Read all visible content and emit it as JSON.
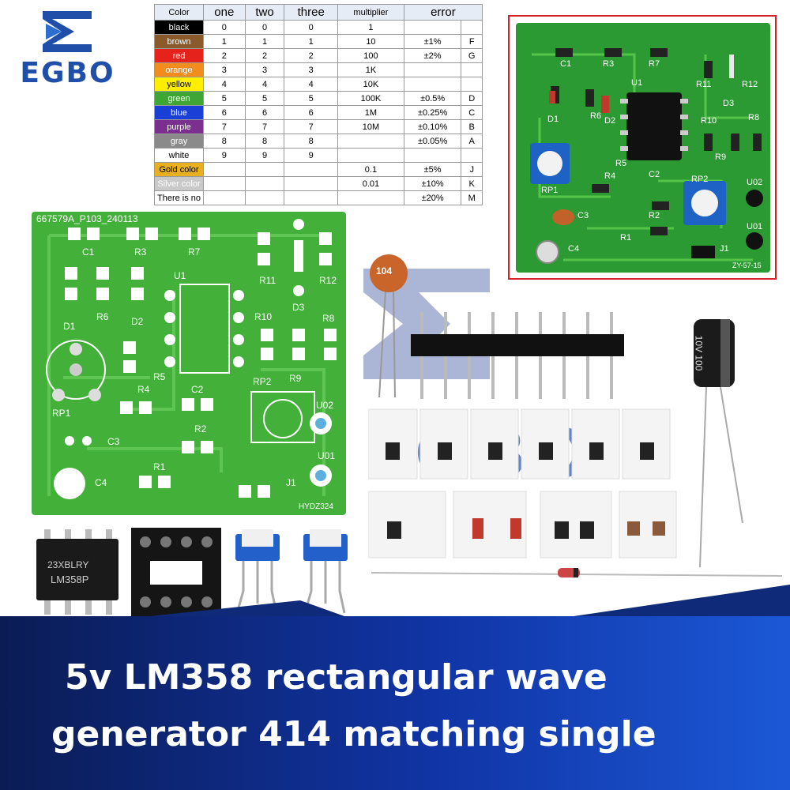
{
  "logo": {
    "brand": "EGBO"
  },
  "color_table": {
    "headers": [
      "Color",
      "one",
      "two",
      "three",
      "multiplier",
      "error"
    ],
    "rows": [
      {
        "color": "black",
        "bg": "#000000",
        "fg": "#ffffff",
        "one": "0",
        "two": "0",
        "three": "0",
        "mult": "1",
        "err": "",
        "code": ""
      },
      {
        "color": "brown",
        "bg": "#8b5a2b",
        "fg": "#ffffff",
        "one": "1",
        "two": "1",
        "three": "1",
        "mult": "10",
        "err": "±1%",
        "code": "F"
      },
      {
        "color": "red",
        "bg": "#e5221b",
        "fg": "#ffffff",
        "one": "2",
        "two": "2",
        "three": "2",
        "mult": "100",
        "err": "±2%",
        "code": "G"
      },
      {
        "color": "orange",
        "bg": "#f28c1e",
        "fg": "#ffffff",
        "one": "3",
        "two": "3",
        "three": "3",
        "mult": "1K",
        "err": "",
        "code": ""
      },
      {
        "color": "yellow",
        "bg": "#ffee00",
        "fg": "#000000",
        "one": "4",
        "two": "4",
        "three": "4",
        "mult": "10K",
        "err": "",
        "code": ""
      },
      {
        "color": "green",
        "bg": "#3fa535",
        "fg": "#ffffff",
        "one": "5",
        "two": "5",
        "three": "5",
        "mult": "100K",
        "err": "±0.5%",
        "code": "D"
      },
      {
        "color": "blue",
        "bg": "#1a3fd6",
        "fg": "#ffffff",
        "one": "6",
        "two": "6",
        "three": "6",
        "mult": "1M",
        "err": "±0.25%",
        "code": "C"
      },
      {
        "color": "purple",
        "bg": "#7b2f8e",
        "fg": "#ffffff",
        "one": "7",
        "two": "7",
        "three": "7",
        "mult": "10M",
        "err": "±0.10%",
        "code": "B"
      },
      {
        "color": "gray",
        "bg": "#8a8a8a",
        "fg": "#ffffff",
        "one": "8",
        "two": "8",
        "three": "8",
        "mult": "",
        "err": "±0.05%",
        "code": "A"
      },
      {
        "color": "white",
        "bg": "#ffffff",
        "fg": "#000000",
        "one": "9",
        "two": "9",
        "three": "9",
        "mult": "",
        "err": "",
        "code": ""
      },
      {
        "color": "Gold color",
        "bg": "#e8b020",
        "fg": "#000000",
        "one": "",
        "two": "",
        "three": "",
        "mult": "0.1",
        "err": "±5%",
        "code": "J"
      },
      {
        "color": "Silver color",
        "bg": "#c9c9c9",
        "fg": "#ffffff",
        "one": "",
        "two": "",
        "three": "",
        "mult": "0.01",
        "err": "±10%",
        "code": "K"
      },
      {
        "color": "There is no",
        "bg": "#ffffff",
        "fg": "#000000",
        "one": "",
        "two": "",
        "three": "",
        "mult": "",
        "err": "±20%",
        "code": "M"
      }
    ]
  },
  "pcb_bare": {
    "serial": "667579A_P103_240113",
    "footer": "HYDZ324",
    "labels": [
      "C1",
      "R3",
      "R7",
      "U1",
      "R11",
      "R12",
      "D1",
      "R6",
      "D2",
      "D3",
      "R10",
      "R8",
      "R5",
      "R9",
      "R4",
      "C2",
      "RP2",
      "RP1",
      "C3",
      "R2",
      "U02",
      "U01",
      "C4",
      "R1",
      "J1"
    ]
  },
  "pcb_assembled": {
    "footer": "ZY-57-15",
    "labels": [
      "C1",
      "R3",
      "R7",
      "R11",
      "R12",
      "U1",
      "D3",
      "D1",
      "R6",
      "D2",
      "R10",
      "R8",
      "R5",
      "R9",
      "R4",
      "C2",
      "RP2",
      "RP1",
      "C3",
      "R2",
      "U02",
      "U01",
      "C4",
      "R1",
      "J1"
    ]
  },
  "parts": {
    "ceramic_cap_code": "104",
    "ic_line1": "23XBLRY",
    "ic_line2": "LM358P",
    "electrolytic_text": "10V 100",
    "watermark": "EGBO"
  },
  "banner": {
    "line1": "5v LM358 rectangular wave",
    "line2": "generator 414 matching single"
  },
  "colors": {
    "banner_dark": "#0b1c54",
    "banner_light": "#1c58d6",
    "pcb_green": "#43b03a",
    "frame_red": "#d8202a"
  }
}
